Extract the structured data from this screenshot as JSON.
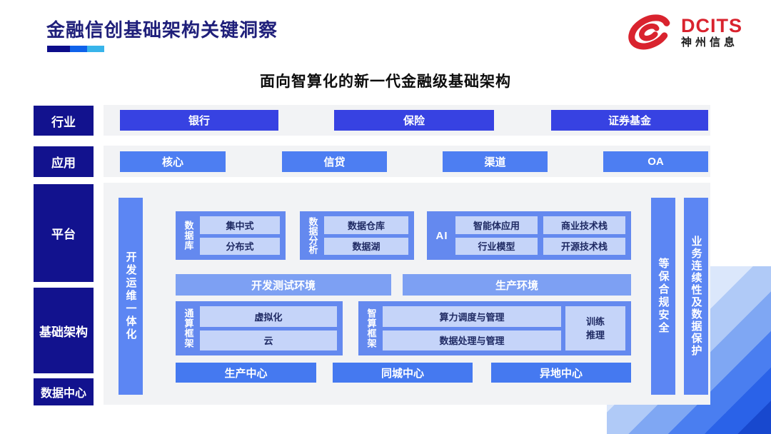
{
  "header": {
    "title": "金融信创基础架构关键洞察",
    "subtitle": "面向智算化的新一代金融级基础架构",
    "logo": {
      "brand": "DCITS",
      "company": "神州信息"
    }
  },
  "sidebar": {
    "items": [
      {
        "label": "行业"
      },
      {
        "label": "应用"
      },
      {
        "label": "平台"
      },
      {
        "label": "基础架构"
      },
      {
        "label": "数据中心"
      }
    ]
  },
  "industry_row": {
    "items": [
      "银行",
      "保险",
      "证券基金"
    ]
  },
  "application_row": {
    "items": [
      "核心",
      "信贷",
      "渠道",
      "OA"
    ]
  },
  "platform_panel": {
    "devops_bar": "开发运维一体化",
    "security_bar": "等保合规安全",
    "continuity_bar": "业务连续性及数据保护",
    "database_group": {
      "label": "数据库",
      "items": [
        "集中式",
        "分布式"
      ]
    },
    "analytics_group": {
      "label": "数据分析",
      "items": [
        "数据仓库",
        "数据湖"
      ]
    },
    "ai_group": {
      "label": "AI",
      "items": [
        "智能体应用",
        "商业技术栈",
        "行业模型",
        "开源技术栈"
      ]
    },
    "environments": {
      "dev": "开发测试环境",
      "prod": "生产环境"
    },
    "general_framework": {
      "label": "通算框架",
      "items": [
        "虚拟化",
        "云"
      ]
    },
    "intelligent_framework": {
      "label": "智算框架",
      "items": [
        "算力调度与管理",
        "数据处理与管理"
      ],
      "side_box": "训练\n推理"
    },
    "centers": [
      "生产中心",
      "同城中心",
      "异地中心"
    ]
  },
  "colors": {
    "sidebar_navy": "#12128e",
    "industry_box": "#3742e2",
    "application_box": "#4d7ef2",
    "bar_blue": "#5c86f3",
    "group_blue": "#6489ef",
    "light_box": "#c5d4f9",
    "env_blue": "#7da0f3",
    "center_blue": "#4579f0",
    "brand_red": "#d9232e",
    "title_navy": "#1f1f7a"
  }
}
